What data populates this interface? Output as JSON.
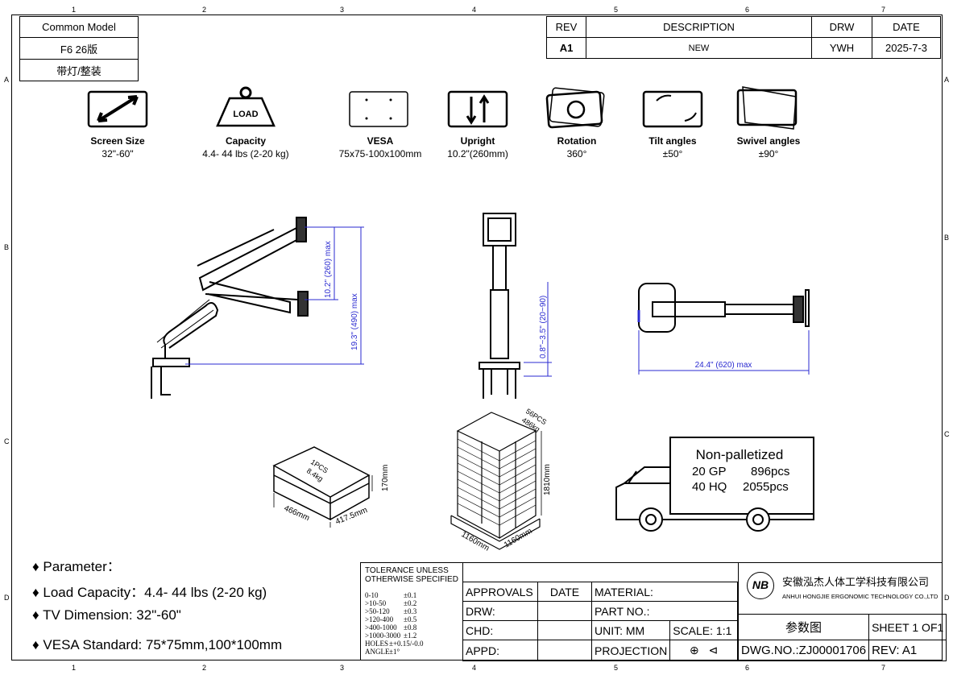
{
  "zones": {
    "cols": [
      "1",
      "2",
      "3",
      "4",
      "5",
      "6",
      "7"
    ],
    "rows": [
      "A",
      "B",
      "C",
      "D"
    ]
  },
  "model_box": {
    "common_model": "Common Model",
    "model": "F6 26版",
    "config": "带灯/整装"
  },
  "revision": {
    "headers": [
      "REV",
      "DESCRIPTION",
      "DRW",
      "DATE"
    ],
    "row": [
      "A1",
      "NEW",
      "YWH",
      "2025-7-3"
    ]
  },
  "specs": [
    {
      "icon": "screen-size-icon",
      "title": "Screen Size",
      "value": "32\"-60\""
    },
    {
      "icon": "load-weight-icon",
      "title": "Capacity",
      "value": "4.4- 44 lbs (2-20 kg)",
      "icon_text": "LOAD"
    },
    {
      "icon": "vesa-plate-icon",
      "title": "VESA",
      "value": "75x75-100x100mm"
    },
    {
      "icon": "upright-arrows-icon",
      "title": "Upright",
      "value": "10.2\"(260mm)"
    },
    {
      "icon": "rotation-icon",
      "title": "Rotation",
      "value": "360°"
    },
    {
      "icon": "tilt-icon",
      "title": "Tilt angles",
      "value": "±50°"
    },
    {
      "icon": "swivel-icon",
      "title": "Swivel angles",
      "value": "±90°"
    }
  ],
  "dimensions": {
    "side_upper": "10.2\" (260) max",
    "side_total": "19.3\" (490) max",
    "front_pole": "0.8\"~3.5\" (20~90)",
    "top_reach": "24.4\" (620) max"
  },
  "packaging": {
    "single": {
      "qty": "1PCS",
      "weight": "8.4kg",
      "length": "466mm",
      "width": "417.5mm",
      "height": "170mm"
    },
    "pallet": {
      "qty": "56PCS",
      "weight": "486kg",
      "length": "1160mm",
      "width": "1160mm",
      "height": "1810mm"
    },
    "truck": {
      "title": "Non-palletized",
      "rows": [
        [
          "20 GP",
          "896pcs"
        ],
        [
          "40 HQ",
          "2055pcs"
        ]
      ]
    }
  },
  "parameters": [
    "♦ Parameter：",
    "♦ Load Capacity：4.4- 44 lbs (2-20 kg)",
    "♦ TV Dimension: 32\"-60\"",
    "♦ VESA Standard: 75*75mm,100*100mm"
  ],
  "title_block": {
    "tolerance_title": "TOLERANCE UNLESS OTHERWISE SPECIFIED",
    "tolerances": [
      [
        "0-10",
        "±0.1"
      ],
      [
        ">10-50",
        "±0.2"
      ],
      [
        ">50-120",
        "±0.3"
      ],
      [
        ">120-400",
        "±0.5"
      ],
      [
        ">400-1000",
        "±0.8"
      ],
      [
        ">1000-3000",
        "±1.2"
      ],
      [
        "HOLES",
        "±+0.15/-0.0"
      ],
      [
        "ANGLE",
        "±1°"
      ]
    ],
    "approvals": "APPROVALS",
    "date": "DATE",
    "drw": "DRW:",
    "chd": "CHD:",
    "appd": "APPD:",
    "material": "MATERIAL:",
    "part_no": "PART NO.:",
    "unit": "UNIT:  MM",
    "scale": "SCALE:  1:1",
    "projection": "PROJECTION",
    "company_cn": "安徽泓杰人体工学科技有限公司",
    "company_en": "ANHUI HONGJIE ERGONOMIC TECHNOLOGY CO.,LTD",
    "logo_text": "NB",
    "drawing_name": "参数图",
    "sheet": "SHEET 1 OF1",
    "dwg_no": "DWG.NO.:ZJ00001706",
    "rev": "REV:  A1"
  }
}
